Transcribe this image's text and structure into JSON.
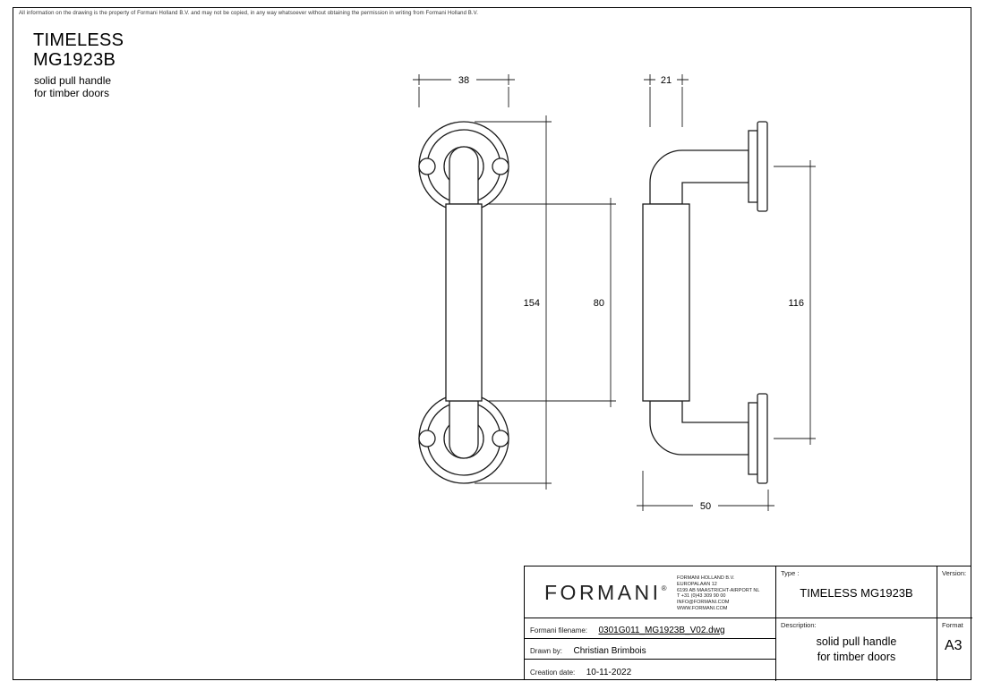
{
  "copyright": "All information on the drawing is the property of Formani Holland B.V. and may not be copied, in any way whatsoever without obtaining the permission in writing from Formani Holland B.V.",
  "title": {
    "line1": "TIMELESS",
    "line2": "MG1923B",
    "sub1": "solid pull handle",
    "sub2": "for timber doors"
  },
  "dims": {
    "d38": "38",
    "d154": "154",
    "d80": "80",
    "d21": "21",
    "d116": "116",
    "d50": "50"
  },
  "titleblock": {
    "logo": "FORMANI",
    "logo_reg": "®",
    "address_lines": [
      "FORMANI HOLLAND B.V.",
      "EUROPALAAN 12",
      "6199 AB MAASTRICHT-AIRPORT NL",
      "T +31 (0)43 309 90 00",
      "INFO@FORMANI.COM",
      "WWW.FORMANI.COM"
    ],
    "type_label": "Type :",
    "type_value": "TIMELESS MG1923B",
    "version_label": "Version:",
    "filename_label": "Formani filename:",
    "filename_value": "0301G011_MG1923B_V02.dwg",
    "drawnby_label": "Drawn by:",
    "drawnby_value": "Christian Brimbois",
    "date_label": "Creation date:",
    "date_value": "10-11-2022",
    "description_label": "Description:",
    "description_value1": "solid pull handle",
    "description_value2": "for timber doors",
    "format_label": "Format",
    "format_value": "A3"
  }
}
